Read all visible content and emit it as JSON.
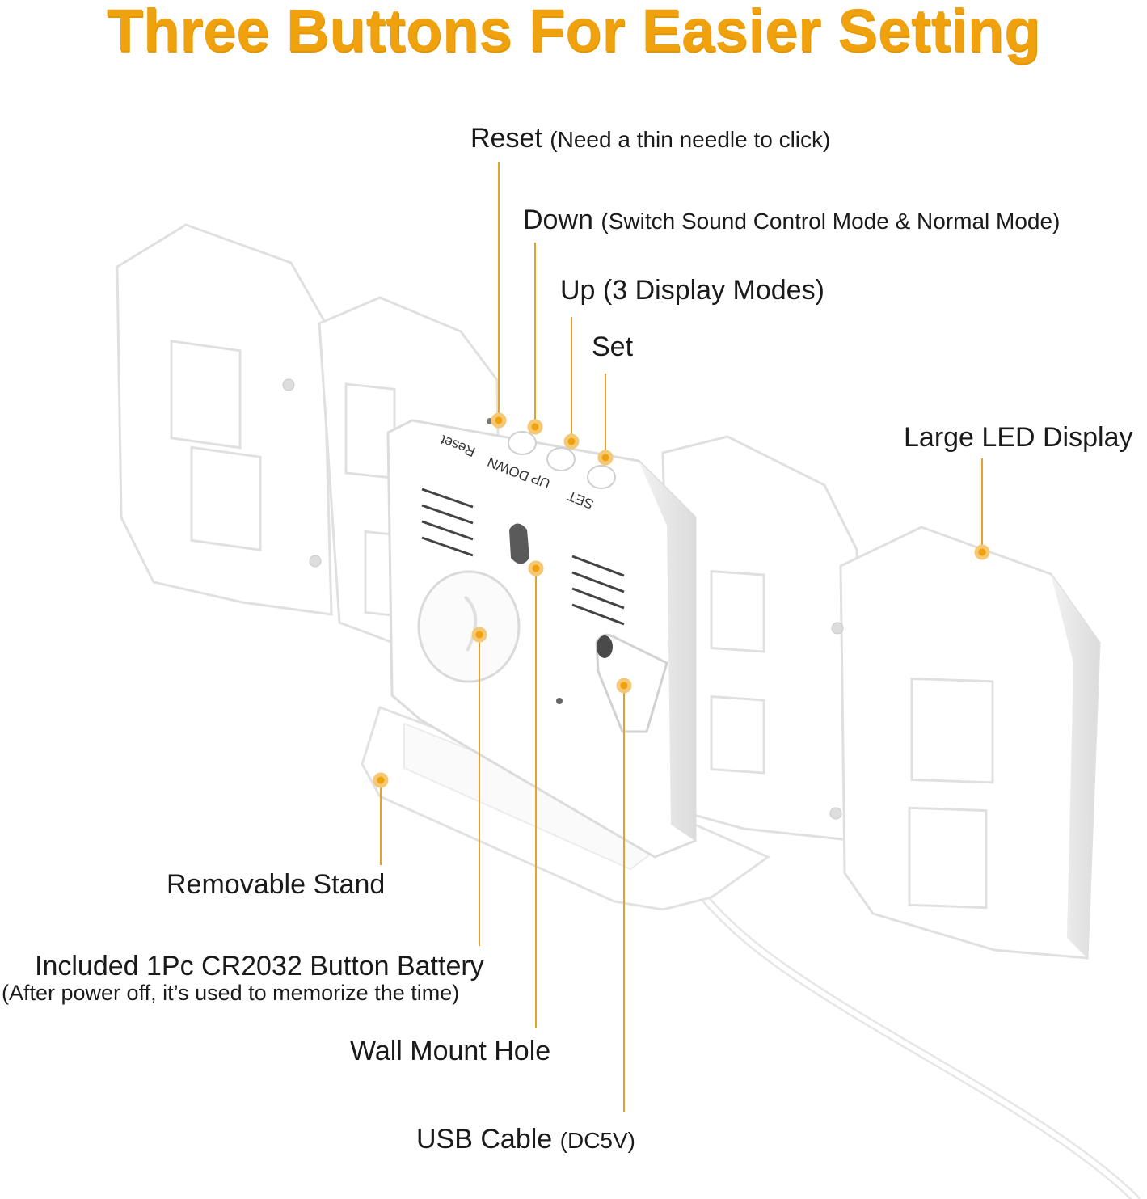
{
  "title": "Three Buttons For Easier Setting",
  "colors": {
    "accent": "#f0a10e",
    "leader": "#e7a12a",
    "body": "#ffffff",
    "shadow": "#e4e4e4"
  },
  "callouts": {
    "reset": {
      "label": "Reset",
      "note": "(Need a thin needle to click)"
    },
    "down": {
      "label": "Down",
      "note": "(Switch Sound Control Mode & Normal Mode)"
    },
    "up": {
      "label": "Up (3 Display Modes)"
    },
    "set": {
      "label": "Set"
    },
    "display": {
      "label": "Large LED Display"
    },
    "stand": {
      "label": "Removable Stand"
    },
    "battery": {
      "label": "Included 1Pc CR2032 Button Battery",
      "note": "(After power off, it’s used to memorize the time)"
    },
    "mount": {
      "label": "Wall Mount Hole"
    },
    "usb": {
      "label": "USB Cable",
      "note": "(DC5V)"
    }
  },
  "back_panel": {
    "labels": [
      "Reset",
      "DOWN",
      "UP",
      "SET"
    ]
  }
}
